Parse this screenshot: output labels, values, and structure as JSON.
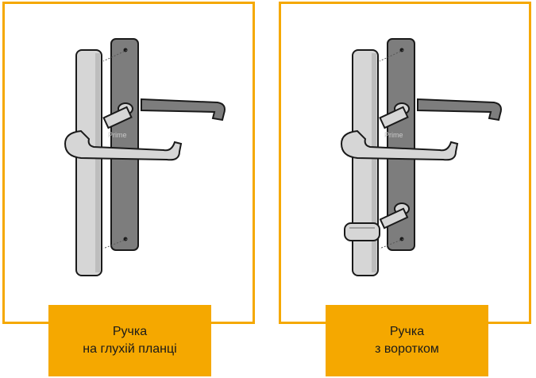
{
  "cards": [
    {
      "title_line1": "Ручка",
      "title_line2": "на глухій планці"
    },
    {
      "title_line1": "Ручка",
      "title_line2": "з воротком"
    }
  ],
  "colors": {
    "accent": "#f5a800",
    "handle_light": "#d6d6d6",
    "handle_dark": "#7d7d7d",
    "outline": "#1a1a1a"
  }
}
